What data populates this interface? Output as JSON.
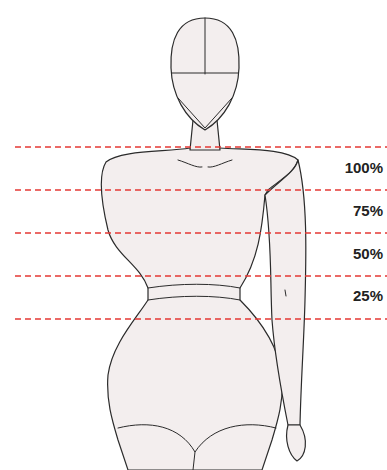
{
  "diagram": {
    "labels": [
      "100%",
      "75%",
      "50%",
      "25%"
    ]
  }
}
